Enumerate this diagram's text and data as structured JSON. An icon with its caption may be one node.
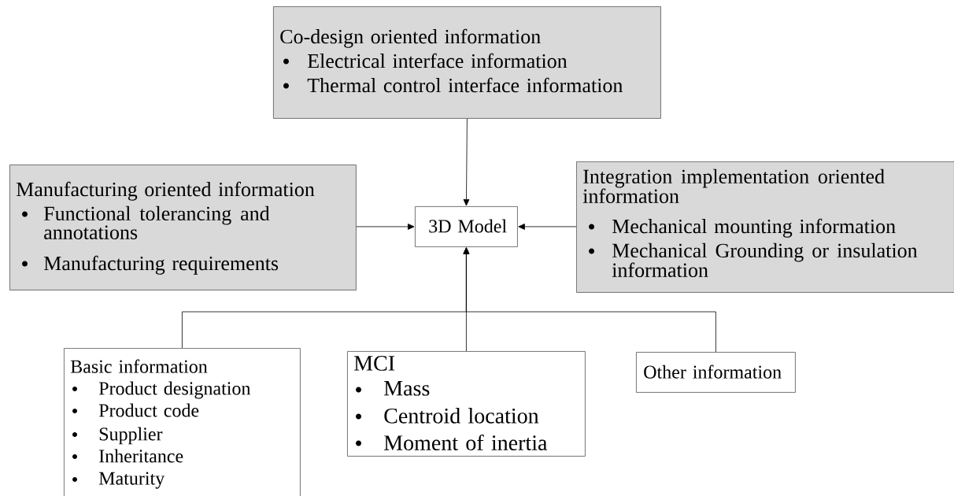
{
  "diagram": {
    "nodes": [
      {
        "text": [
          "Co-design oriented information",
          "Electrical interface information",
          "Thermal control interface information"
        ]
      },
      {
        "text": [
          "Manufacturing oriented information",
          "Functional tolerancing and annotations",
          "Manufacturing requirements"
        ]
      },
      {
        "text": [
          "3D Model"
        ]
      },
      {
        "text": [
          "Integration implementation oriented information",
          "Mechanical mounting information",
          "Mechanical Grounding or insulation information"
        ]
      },
      {
        "text": [
          "Basic information",
          "Product designation",
          "Product code",
          "Supplier",
          "Inheritance",
          "Maturity"
        ]
      },
      {
        "text": [
          "MCI",
          "Mass",
          "Centroid location",
          "Moment of inertia"
        ]
      },
      {
        "text": [
          "Other information"
        ]
      }
    ],
    "edges": [
      {
        "from": 0,
        "to": 2,
        "arrow": "to"
      },
      {
        "from": 1,
        "to": 2,
        "arrow": "to"
      },
      {
        "from": 3,
        "to": 2,
        "arrow": "to"
      },
      {
        "from": 4,
        "to": 2,
        "arrow": "to"
      },
      {
        "from": 5,
        "to": 2,
        "arrow": "to"
      },
      {
        "from": 6,
        "to": 2,
        "arrow": "to"
      }
    ]
  }
}
